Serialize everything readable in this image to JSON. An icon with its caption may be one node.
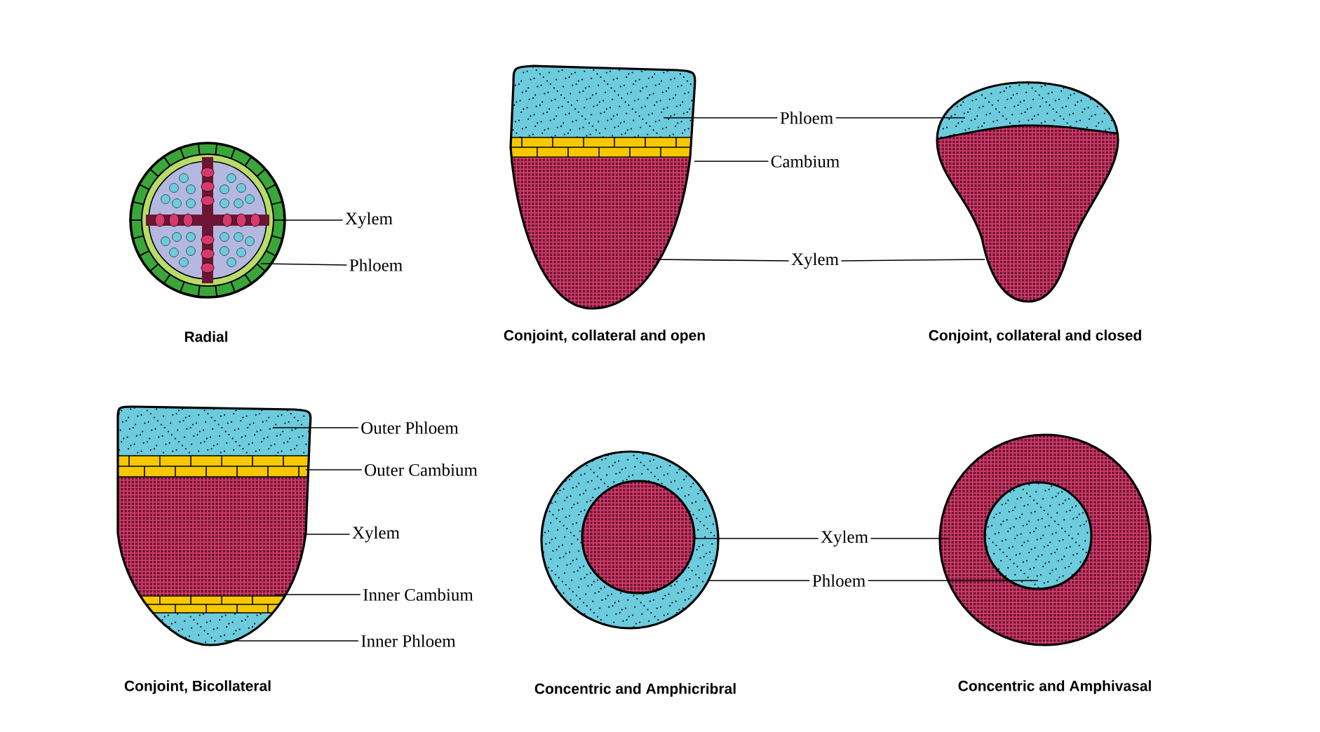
{
  "diagram": {
    "nodes": [
      {
        "text": [
          "Xylem"
        ]
      },
      {
        "text": [
          "Phloem"
        ]
      },
      {
        "text": [
          "Phloem"
        ]
      },
      {
        "text": [
          "Cambium"
        ]
      },
      {
        "text": [
          "Xylem"
        ]
      },
      {
        "text": [
          "Outer Phloem"
        ]
      },
      {
        "text": [
          "Outer Cambium"
        ]
      },
      {
        "text": [
          "Xylem"
        ]
      },
      {
        "text": [
          "Inner Cambium"
        ]
      },
      {
        "text": [
          "Inner Phloem"
        ]
      },
      {
        "text": [
          "Xylem"
        ]
      },
      {
        "text": [
          "Phloem"
        ]
      },
      {
        "text": [],
        "shape": "picture",
        "beside": [
          "Radial"
        ]
      },
      {
        "text": [],
        "shape": "picture",
        "beside": [
          "Conjoint, collateral and open"
        ]
      },
      {
        "text": [],
        "shape": "picture",
        "beside": [
          "Conjoint, collateral and closed"
        ]
      },
      {
        "text": [],
        "shape": "picture",
        "beside": [
          "Conjoint, Bicollateral"
        ]
      },
      {
        "text": [],
        "shape": "picture",
        "beside": [
          "Concentric and Amphicribral"
        ]
      },
      {
        "text": [],
        "shape": "picture",
        "beside": [
          "Concentric and Amphivasal"
        ]
      }
    ],
    "edges": [
      {
        "from": 0,
        "to": 12,
        "arrow": "none"
      },
      {
        "from": 1,
        "to": 12,
        "arrow": "none"
      },
      {
        "from": 2,
        "to": 13,
        "arrow": "none"
      },
      {
        "from": 2,
        "to": 14,
        "arrow": "none"
      },
      {
        "from": 3,
        "to": 13,
        "arrow": "none"
      },
      {
        "from": 4,
        "to": 13,
        "arrow": "none"
      },
      {
        "from": 4,
        "to": 14,
        "arrow": "none"
      },
      {
        "from": 5,
        "to": 15,
        "arrow": "none"
      },
      {
        "from": 6,
        "to": 15,
        "arrow": "none"
      },
      {
        "from": 7,
        "to": 15,
        "arrow": "none"
      },
      {
        "from": 8,
        "to": 15,
        "arrow": "none"
      },
      {
        "from": 9,
        "to": 15,
        "arrow": "none"
      },
      {
        "from": 10,
        "to": 16,
        "arrow": "none"
      },
      {
        "from": 10,
        "to": 17,
        "arrow": "none"
      },
      {
        "from": 11,
        "to": 16,
        "arrow": "none"
      },
      {
        "from": 11,
        "to": 17,
        "arrow": "none"
      }
    ]
  }
}
